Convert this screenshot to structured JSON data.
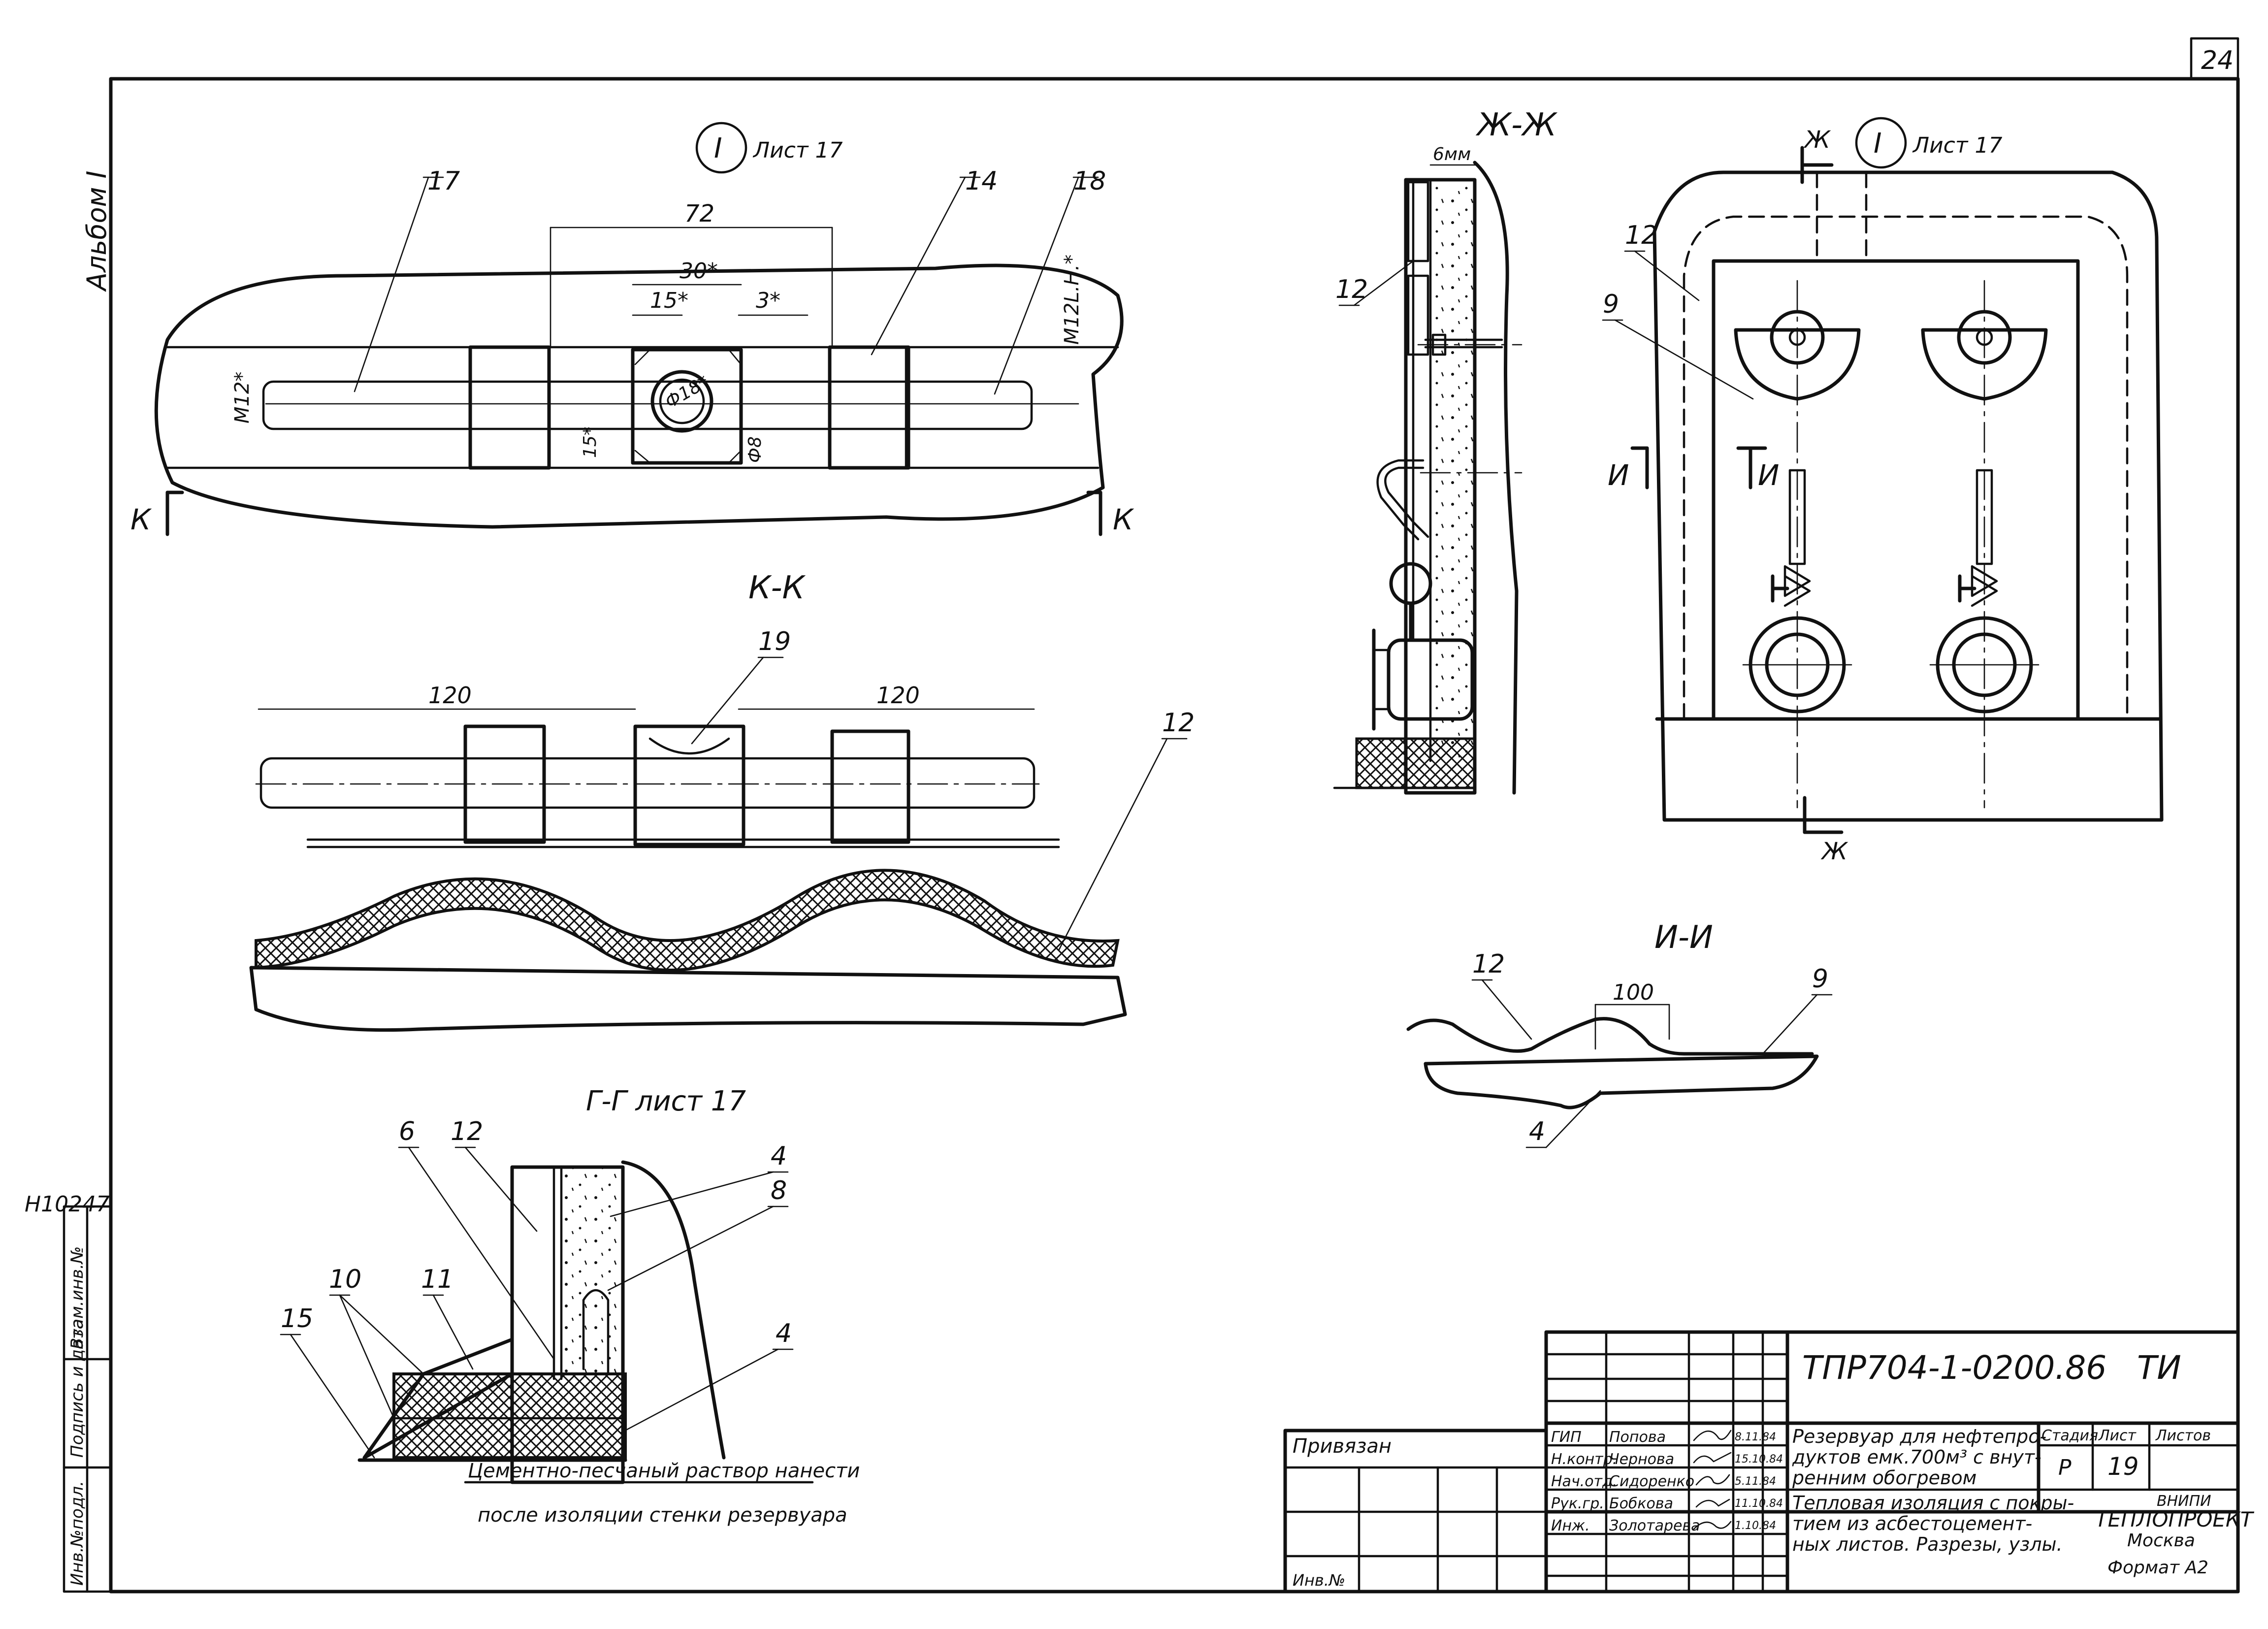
{
  "sheet": {
    "page_number": "24",
    "album": "Альбом I",
    "inventory_stamp": "Н10247",
    "side_strip": [
      "Инв.№подл.",
      "Подпись и дата",
      "Взам.инв.№"
    ]
  },
  "view_top": {
    "ref_title": "Лист 17",
    "ref_mark": "I",
    "section_left": "К",
    "section_right": "К",
    "dims": {
      "d72": "72",
      "d30": "30*",
      "d15": "15*",
      "d3": "3*",
      "d15v": "15*",
      "m12": "М12*",
      "m12lh": "М12L.Н.*",
      "phi18": "Ф18*",
      "phi8": "Ф8"
    },
    "callouts": {
      "c17": "17",
      "c14": "14",
      "c18": "18"
    }
  },
  "view_kk": {
    "title": "К-К",
    "dims": {
      "left": "120",
      "right": "120"
    },
    "callouts": {
      "c19": "19",
      "c12": "12"
    }
  },
  "view_zz": {
    "title": "Ж-Ж",
    "dim": "6мм",
    "callouts": {
      "c12": "12"
    }
  },
  "view_right": {
    "ref_title": "Лист 17",
    "ref_mark": "I",
    "sec_top": "Ж",
    "sec_bottom": "Ж",
    "sec_left": "И",
    "sec_right": "И",
    "callouts": {
      "c12": "12",
      "c9": "9"
    }
  },
  "view_ii": {
    "title": "И-И",
    "dim": "100",
    "callouts": {
      "c12": "12",
      "c9": "9",
      "c4": "4"
    }
  },
  "view_gg": {
    "title": "Г-Г лист 17",
    "callouts": {
      "c6": "6",
      "c12": "12",
      "c4a": "4",
      "c8": "8",
      "c10": "10",
      "c11": "11",
      "c15": "15",
      "c4b": "4"
    },
    "note_line1": "Цементно-песчаный раствор нанести",
    "note_line2": "после изоляции стенки резервуара"
  },
  "title_block": {
    "code": "ТПР704-1-0200.86",
    "mark": "ТИ",
    "privyazan": "Привязан",
    "inv": "Инв.№",
    "roles": [
      "ГИП",
      "Н.контр.",
      "Нач.отд.",
      "Рук.гр.",
      "Инж."
    ],
    "names": [
      "Попова",
      "Чернова",
      "Сидоренко",
      "Бобкова",
      "Золотарева"
    ],
    "dates": [
      "8.11.84",
      "15.10.84",
      "5.11.84",
      "11.10.84",
      "1.10.84"
    ],
    "object_line1": "Резервуар для нефтепро-",
    "object_line2": "дуктов емк.700м³ с внут-",
    "object_line3": "ренним обогревом",
    "sheet_line1": "Тепловая изоляция с покры-",
    "sheet_line2": "тием из асбестоцемент-",
    "sheet_line3": "ных листов. Разрезы, узлы.",
    "stage_label": "Стадия",
    "sheet_label": "Лист",
    "sheets_label": "Листов",
    "stage_value": "Р",
    "sheet_value": "19",
    "org_line1": "ВНИПИ",
    "org_line2": "ТЕПЛОПРОЕКТ",
    "org_line3": "Москва",
    "format": "Формат А2"
  }
}
